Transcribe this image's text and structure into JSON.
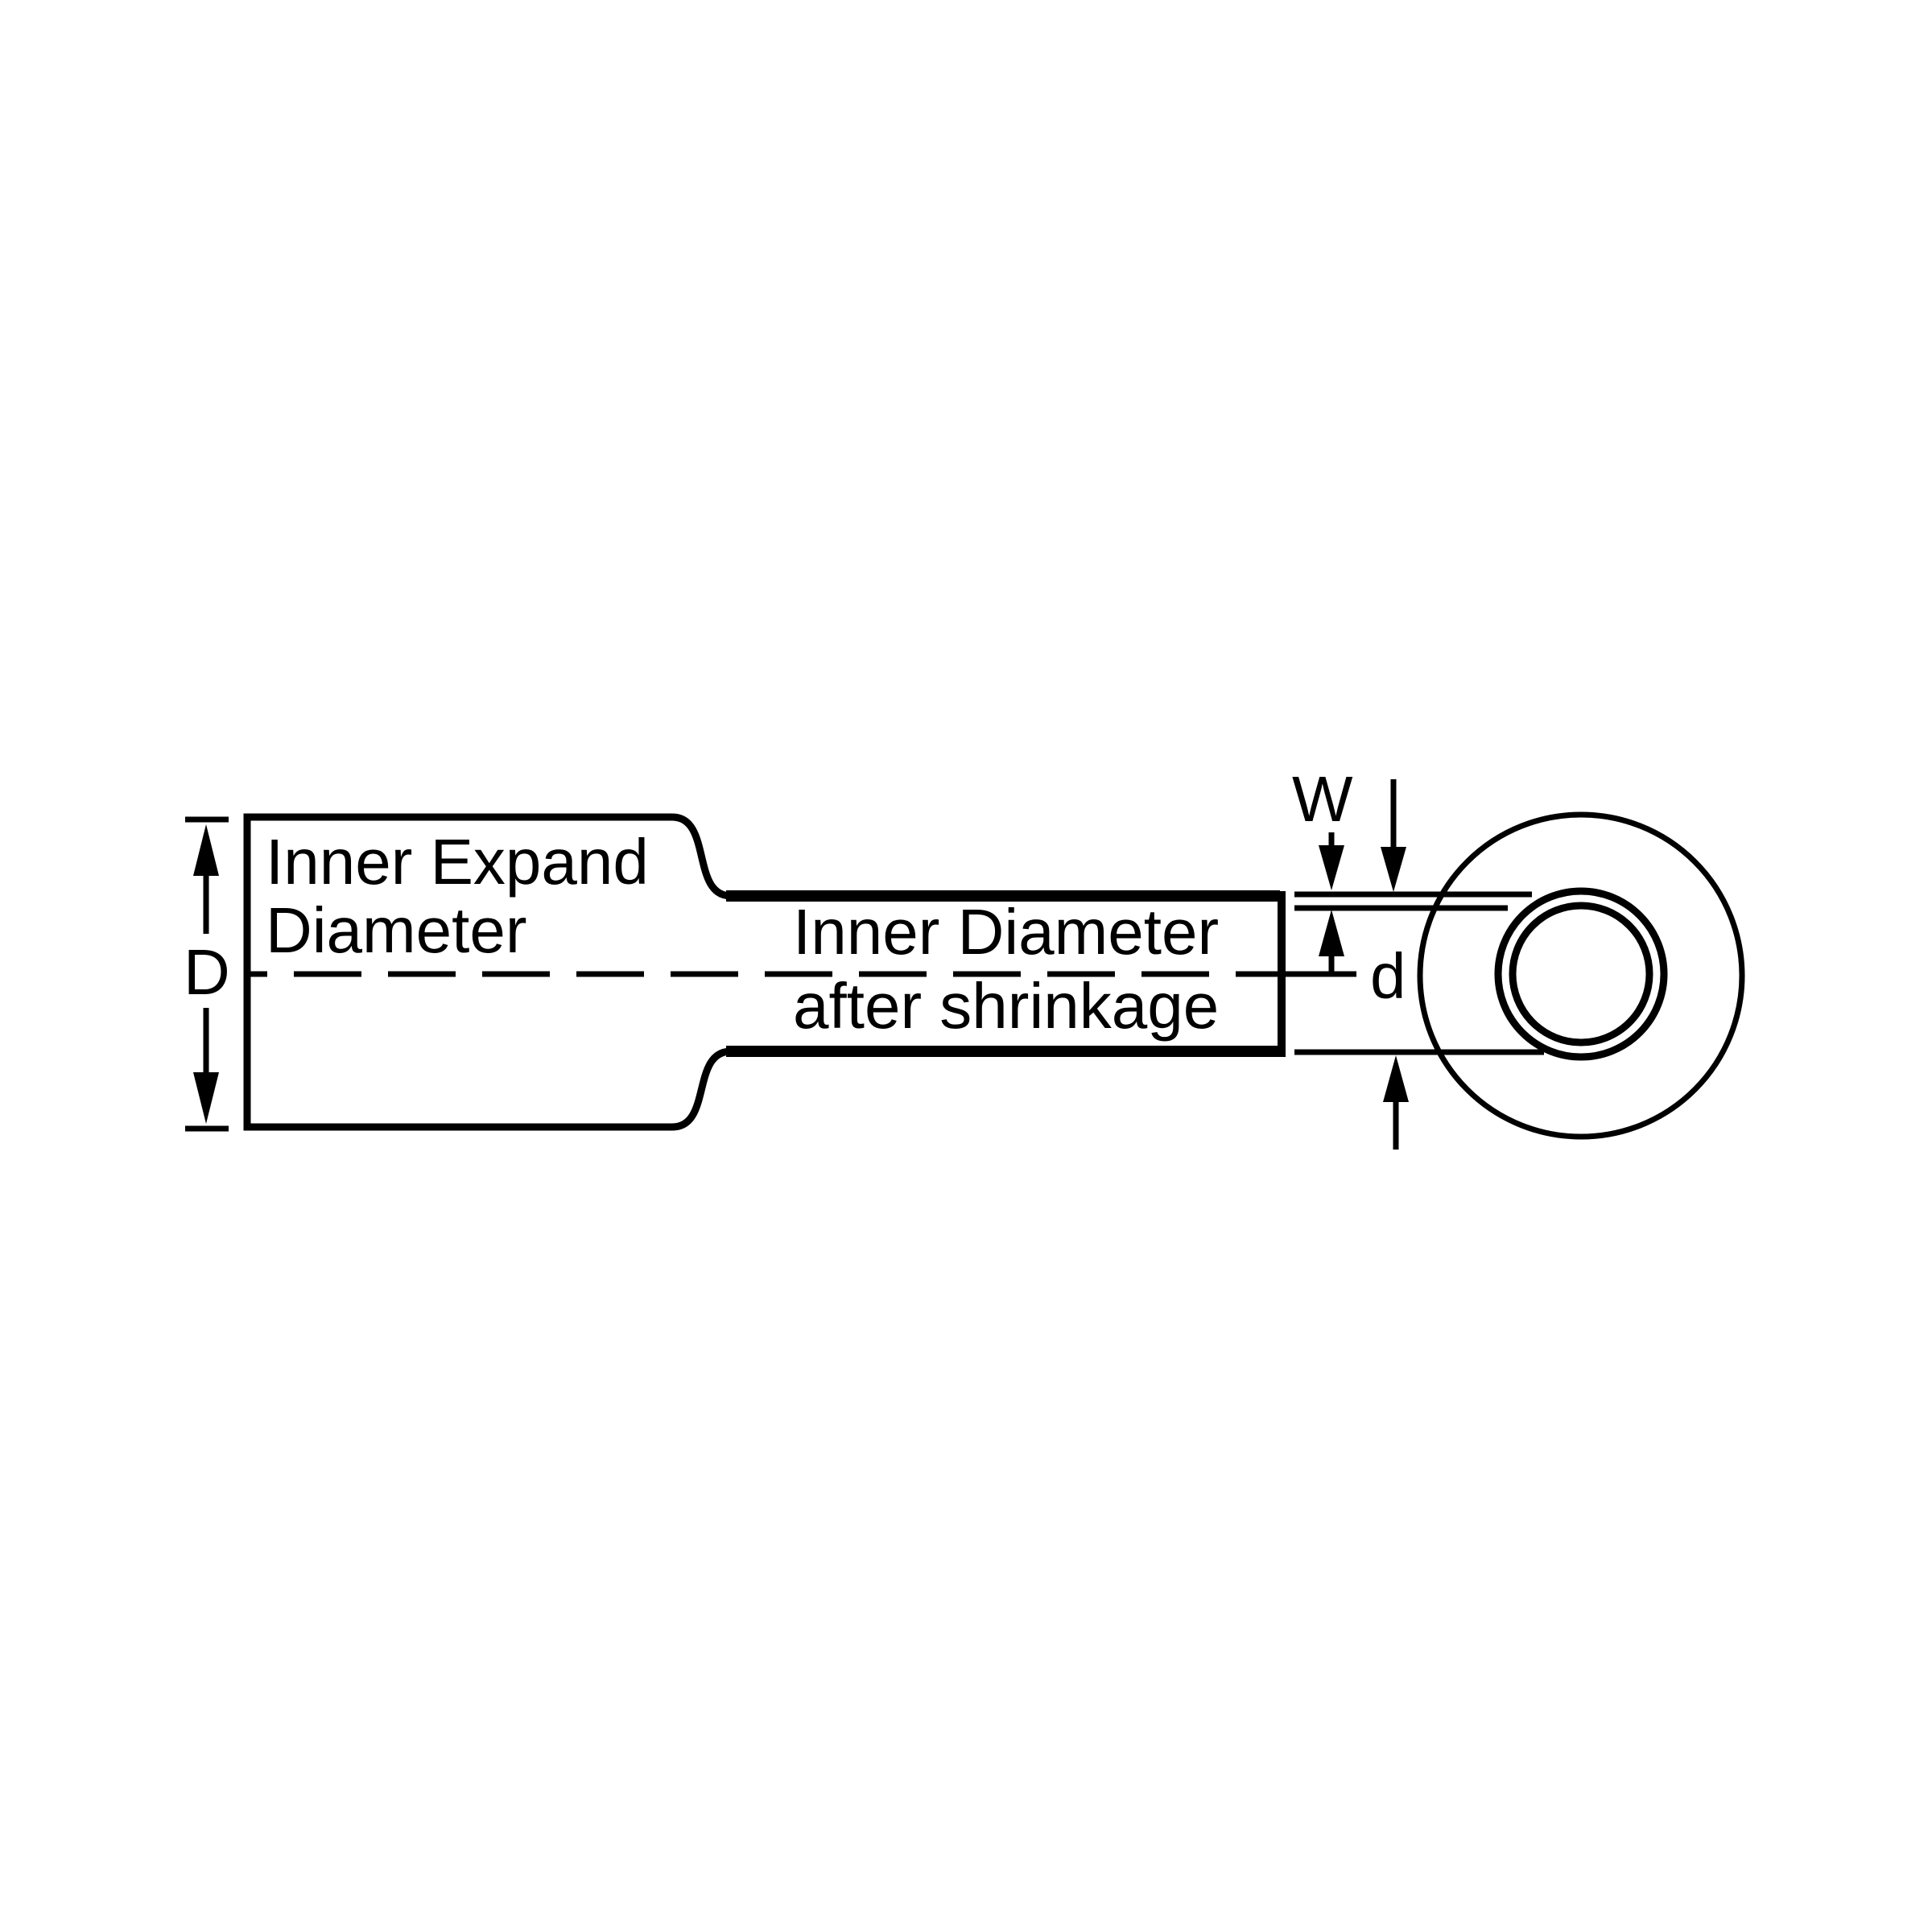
{
  "figure": {
    "type": "technical-diagram",
    "subject": "heat-shrink tubing dimensions, side view and cross-section",
    "background_color": "#ffffff",
    "line_color": "#000000",
    "labels": {
      "expand_line1": "Inner Expand",
      "expand_line2": "Diameter",
      "shrink_line1": "Inner Diameter",
      "shrink_line2": "after shrinkage",
      "dim_expanded_diameter": "D",
      "dim_wall_thickness": "W",
      "dim_recovered_diameter": "d"
    }
  }
}
